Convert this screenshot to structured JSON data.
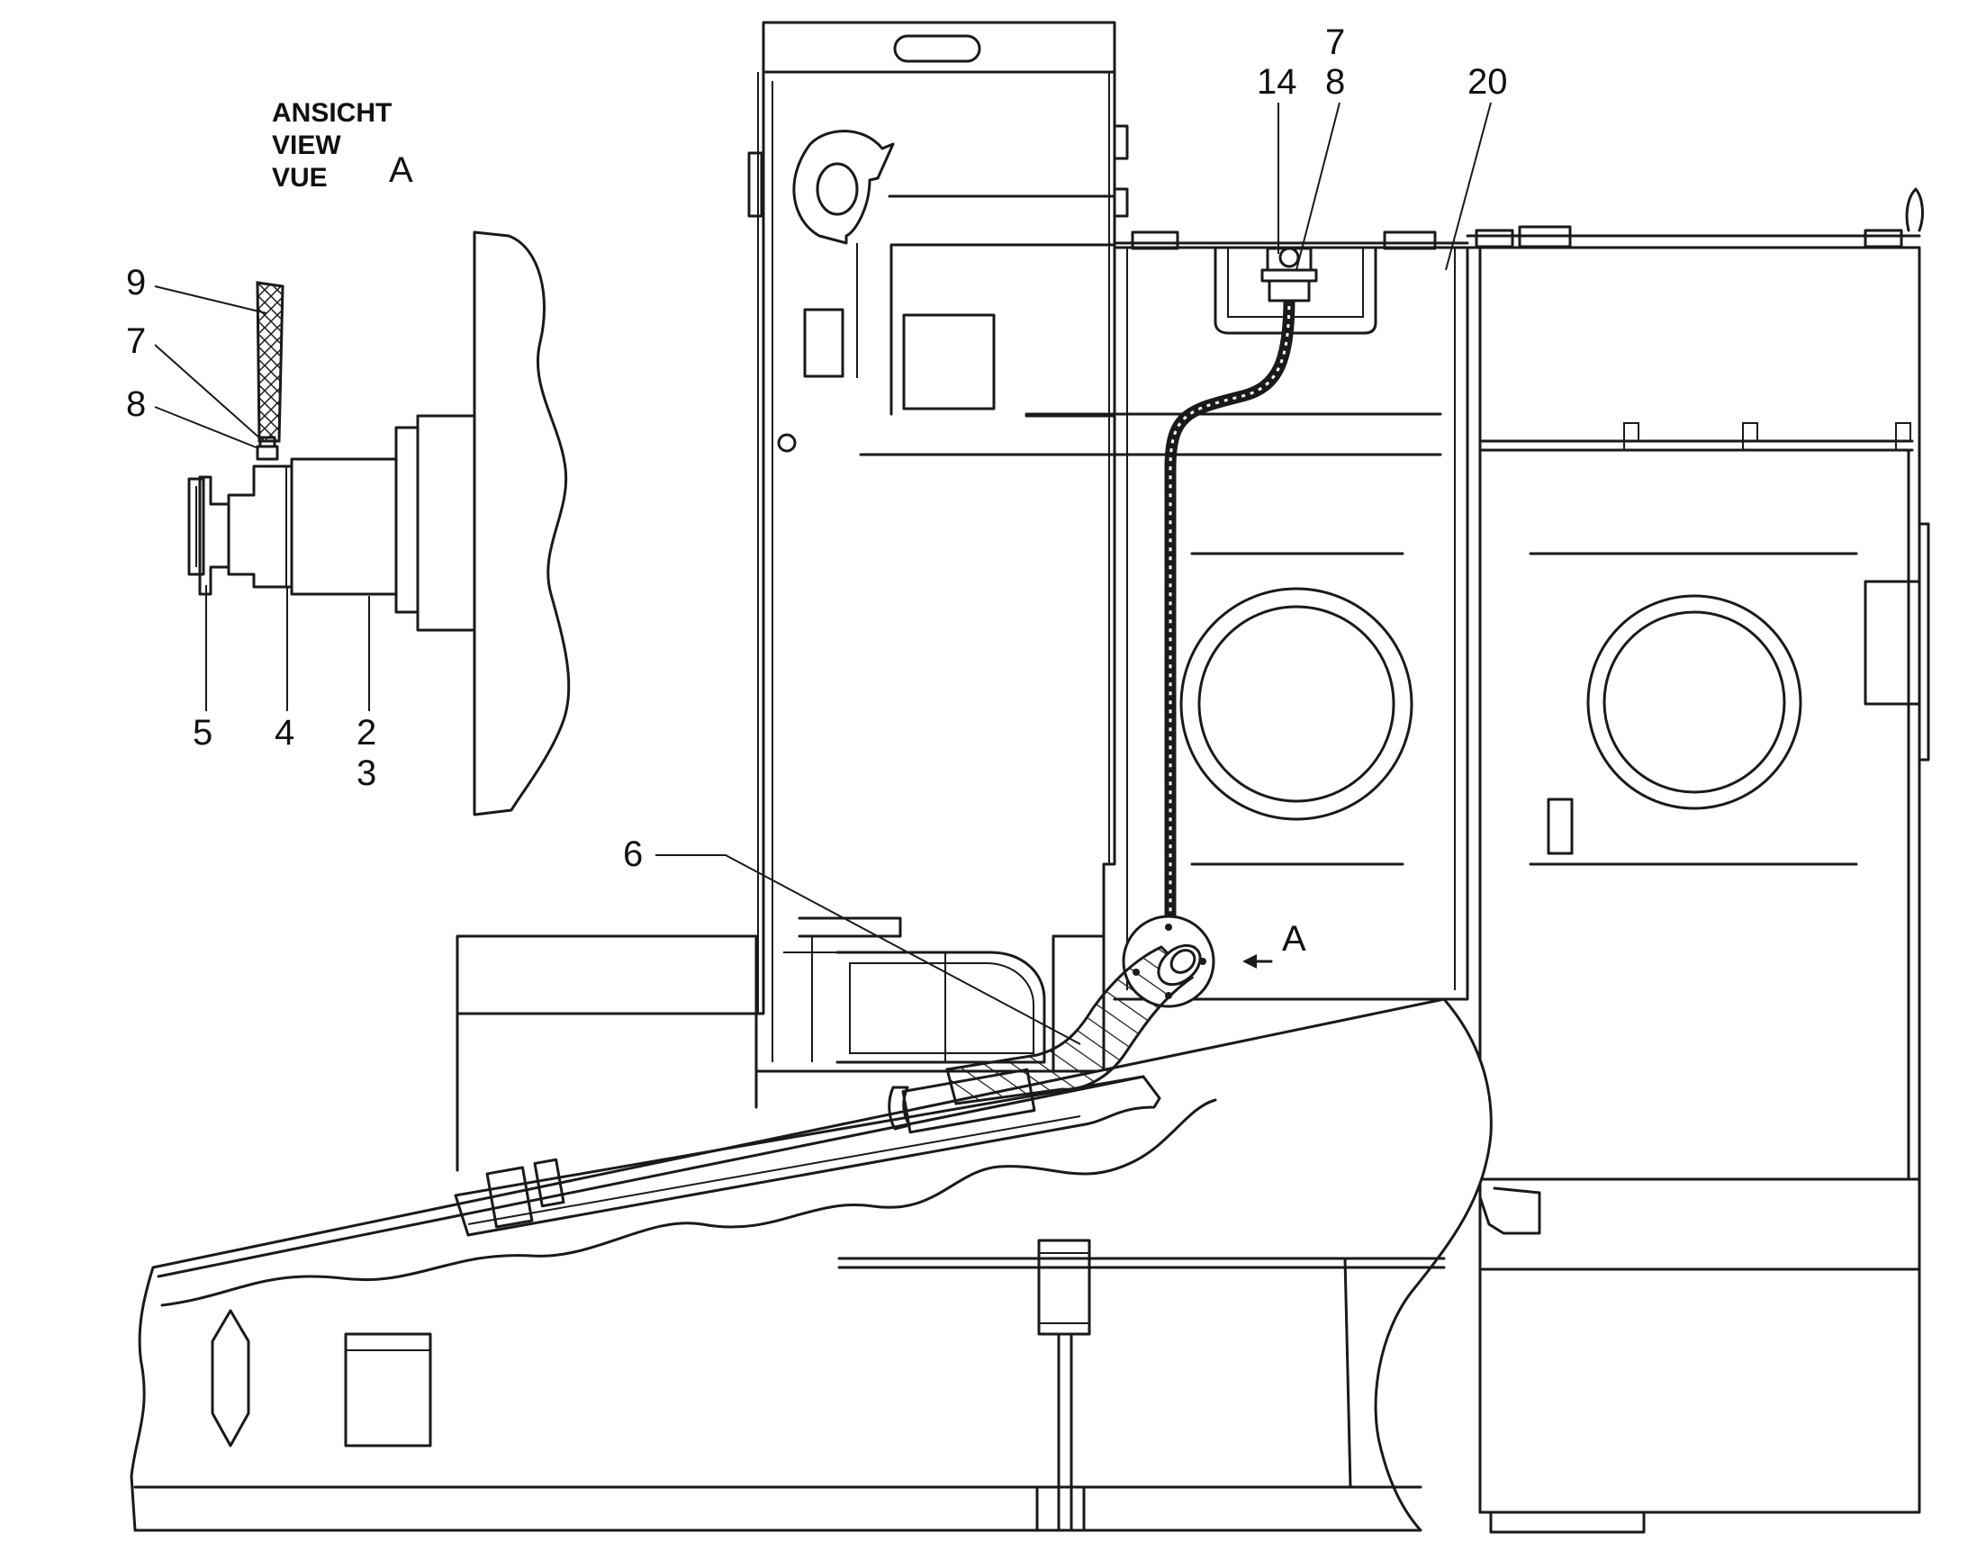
{
  "view_label": {
    "words": [
      "ANSICHT",
      "VIEW",
      "VUE"
    ],
    "letter": "A"
  },
  "section_marker": "A",
  "callouts": {
    "inset": {
      "c9": "9",
      "c7": "7",
      "c8": "8",
      "c5": "5",
      "c4": "4",
      "c2": "2",
      "c3": "3"
    },
    "main": {
      "c7": "7",
      "c14": "14",
      "c8": "8",
      "c20": "20",
      "c6": "6"
    }
  }
}
